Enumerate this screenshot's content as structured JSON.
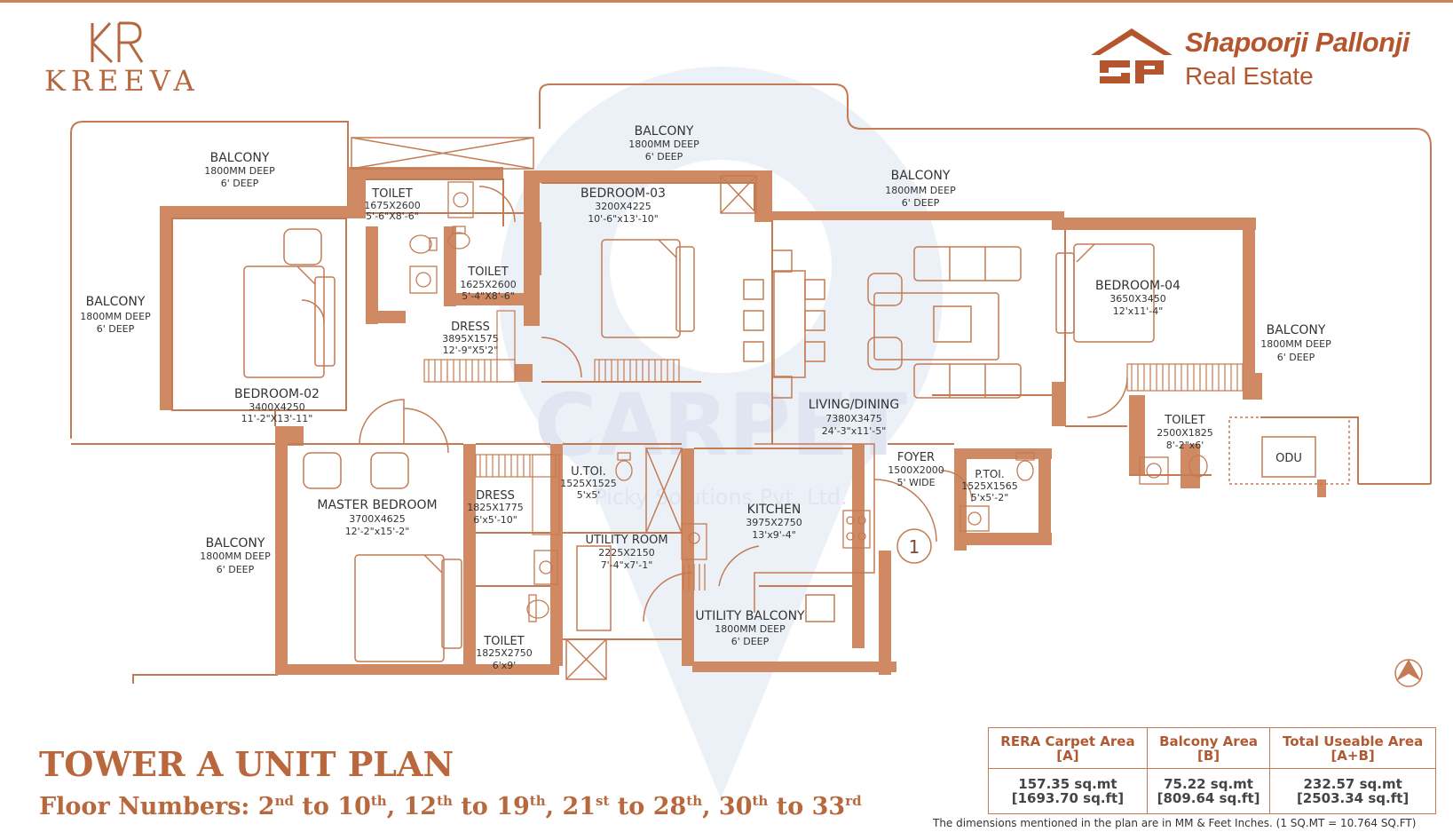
{
  "brand": {
    "left_word": "KREEVA",
    "right_name": "Shapoorji Pallonji",
    "right_sub": "Real Estate"
  },
  "watermark": {
    "text": "CARPET",
    "subtext": "Picky Solutions Pvt. Ltd."
  },
  "rooms": {
    "balcony_tl": {
      "name": "BALCONY",
      "l1": "1800MM DEEP",
      "l2": "6' DEEP"
    },
    "balcony_lm": {
      "name": "BALCONY",
      "l1": "1800MM DEEP",
      "l2": "6' DEEP"
    },
    "balcony_ll": {
      "name": "BALCONY",
      "l1": "1800MM DEEP",
      "l2": "6' DEEP"
    },
    "balcony_tc": {
      "name": "BALCONY",
      "l1": "1800MM DEEP",
      "l2": "6' DEEP"
    },
    "balcony_tr": {
      "name": "BALCONY",
      "l1": "1800MM DEEP",
      "l2": "6' DEEP"
    },
    "balcony_r": {
      "name": "BALCONY",
      "l1": "1800MM DEEP",
      "l2": "6' DEEP"
    },
    "toilet_1": {
      "name": "TOILET",
      "l1": "1675X2600",
      "l2": "5'-6\"X8'-6\""
    },
    "toilet_2": {
      "name": "TOILET",
      "l1": "1625X2600",
      "l2": "5'-4\"X8'-6\""
    },
    "toilet_3": {
      "name": "TOILET",
      "l1": "1825X2750",
      "l2": "6'x9'"
    },
    "toilet_4": {
      "name": "TOILET",
      "l1": "2500X1825",
      "l2": "8'-2\"x6'"
    },
    "dress_1": {
      "name": "DRESS",
      "l1": "3895X1575",
      "l2": "12'-9\"X5'2\""
    },
    "dress_2": {
      "name": "DRESS",
      "l1": "1825X1775",
      "l2": "6'x5'-10\""
    },
    "bedroom_02": {
      "name": "BEDROOM-02",
      "l1": "3400X4250",
      "l2": "11'-2\"X13'-11\""
    },
    "bedroom_03": {
      "name": "BEDROOM-03",
      "l1": "3200X4225",
      "l2": "10'-6\"x13'-10\""
    },
    "bedroom_04": {
      "name": "BEDROOM-04",
      "l1": "3650X3450",
      "l2": "12'x11'-4\""
    },
    "master": {
      "name": "MASTER BEDROOM",
      "l1": "3700X4625",
      "l2": "12'-2\"x15'-2\""
    },
    "utoi": {
      "name": "U.TOI.",
      "l1": "1525X1525",
      "l2": "5'x5'"
    },
    "utility_room": {
      "name": "UTILITY ROOM",
      "l1": "2225X2150",
      "l2": "7'-4\"x7'-1\""
    },
    "kitchen": {
      "name": "KITCHEN",
      "l1": "3975X2750",
      "l2": "13'x9'-4\""
    },
    "utility_balc": {
      "name": "UTILITY BALCONY",
      "l1": "1800MM DEEP",
      "l2": "6' DEEP"
    },
    "living": {
      "name": "LIVING/DINING",
      "l1": "7380X3475",
      "l2": "24'-3\"x11'-5\""
    },
    "foyer": {
      "name": "FOYER",
      "l1": "1500X2000",
      "l2": "5' WIDE"
    },
    "ptoi": {
      "name": "P.TOI.",
      "l1": "1525X1565",
      "l2": "5'x5'-2\""
    },
    "odu": {
      "name": "ODU"
    }
  },
  "entry_marker": "1",
  "plan": {
    "title": "TOWER A UNIT PLAN",
    "floors_prefix": "Floor Numbers: ",
    "floors": [
      {
        "n": "2",
        "s": "nd"
      },
      {
        "t": " to "
      },
      {
        "n": "10",
        "s": "th"
      },
      {
        "t": ", "
      },
      {
        "n": "12",
        "s": "th"
      },
      {
        "t": " to "
      },
      {
        "n": "19",
        "s": "th"
      },
      {
        "t": ", "
      },
      {
        "n": "21",
        "s": "st"
      },
      {
        "t": " to "
      },
      {
        "n": "28",
        "s": "th"
      },
      {
        "t": ", "
      },
      {
        "n": "30",
        "s": "th"
      },
      {
        "t": " to "
      },
      {
        "n": "33",
        "s": "rd"
      }
    ]
  },
  "area_table": {
    "headers": [
      {
        "l1": "RERA Carpet Area",
        "l2": "[A]"
      },
      {
        "l1": "Balcony Area",
        "l2": "[B]"
      },
      {
        "l1": "Total Useable Area",
        "l2": "[A+B]"
      }
    ],
    "values": [
      {
        "l1": "157.35 sq.mt",
        "l2": "[1693.70 sq.ft]"
      },
      {
        "l1": "75.22 sq.mt",
        "l2": "[809.64 sq.ft]"
      },
      {
        "l1": "232.57 sq.mt",
        "l2": "[2503.34 sq.ft]"
      }
    ]
  },
  "note": "The dimensions mentioned in the plan are in MM & Feet Inches. (1 SQ.MT = 10.764 SQ.FT)",
  "colors": {
    "wall": "#d08a63",
    "line": "#c47a52",
    "text": "#333333",
    "brand": "#b5552d",
    "watermark": "#d9e3f2"
  },
  "icons": [
    "north-arrow-icon",
    "door-swing-icon",
    "bed-icon",
    "sofa-icon",
    "chair-icon",
    "wc-icon",
    "washbasin-icon",
    "stove-icon",
    "sink-icon",
    "staircase-icon"
  ]
}
